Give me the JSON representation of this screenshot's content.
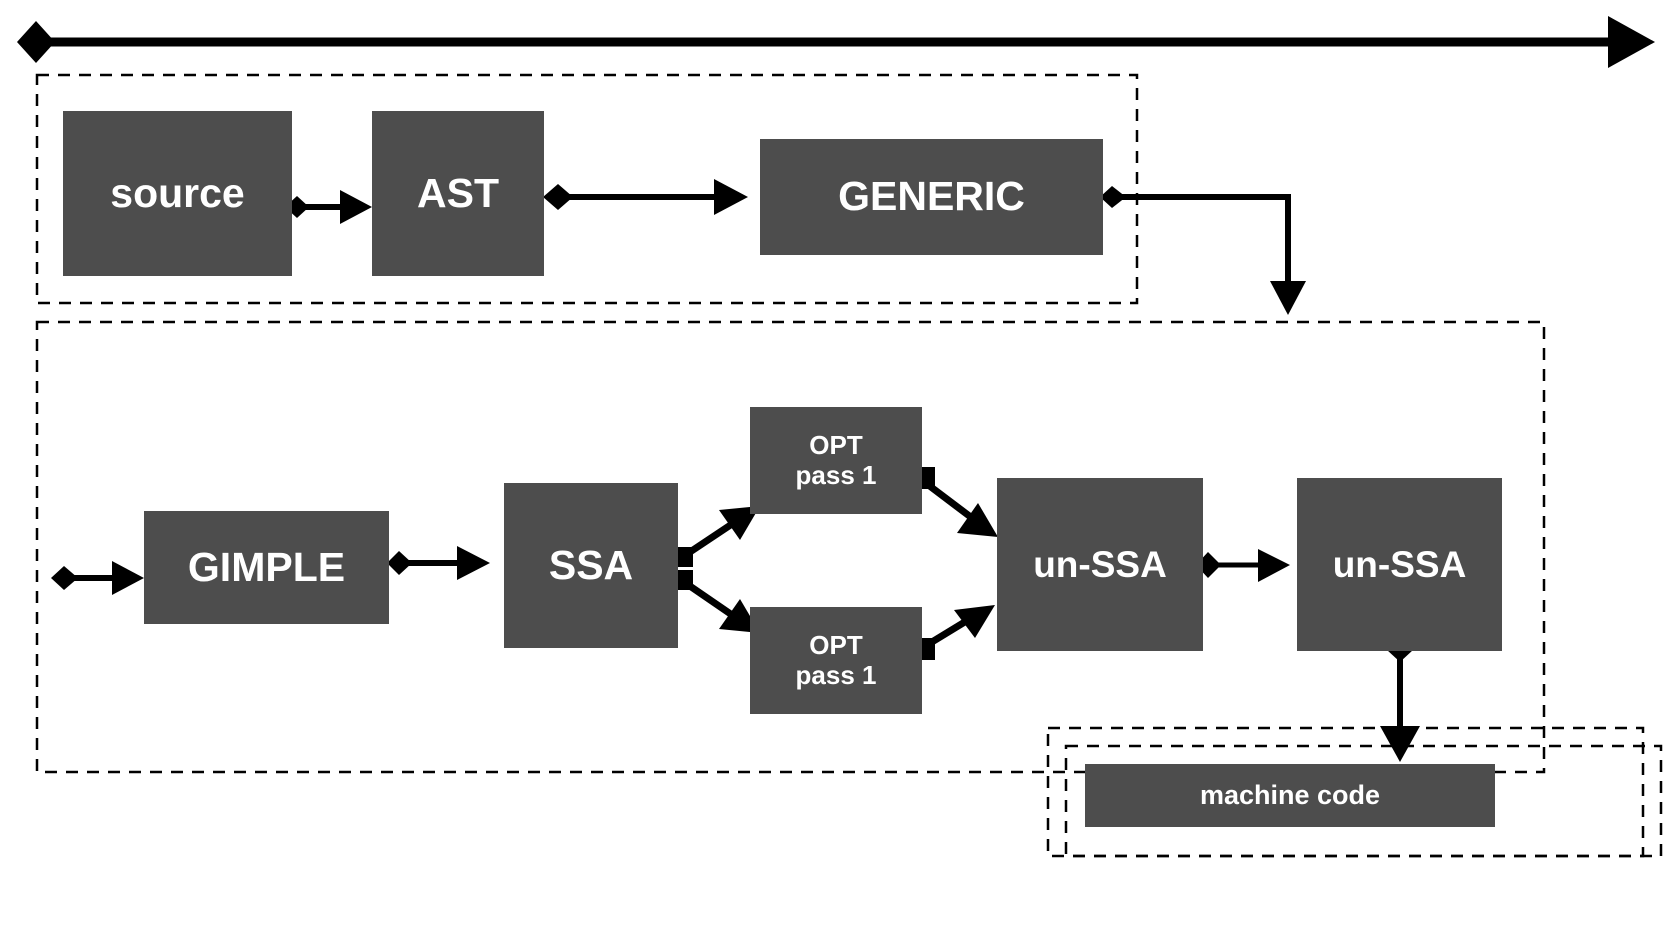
{
  "diagram": {
    "title": "GCC compilation pipeline",
    "accent_color": "#4d4d4d",
    "line_color": "#000000",
    "background": "#ffffff",
    "top_arrow": {
      "name": "time-axis-arrow",
      "start_marker": "diamond",
      "end_marker": "arrowhead"
    },
    "containers": [
      {
        "id": "frontend",
        "label": ""
      },
      {
        "id": "middle-backend",
        "label": ""
      },
      {
        "id": "output-outer",
        "label": ""
      },
      {
        "id": "output-inner",
        "label": ""
      }
    ],
    "nodes": [
      {
        "id": "source",
        "label": "source",
        "lines": [
          "source"
        ]
      },
      {
        "id": "ast",
        "label": "AST",
        "lines": [
          "AST"
        ]
      },
      {
        "id": "generic",
        "label": "GENERIC",
        "lines": [
          "GENERIC"
        ]
      },
      {
        "id": "gimple",
        "label": "GIMPLE",
        "lines": [
          "GIMPLE"
        ]
      },
      {
        "id": "ssa",
        "label": "SSA",
        "lines": [
          "SSA"
        ]
      },
      {
        "id": "opt1",
        "label": "OPT pass 1",
        "lines": [
          "OPT",
          "pass 1"
        ]
      },
      {
        "id": "opt2",
        "label": "OPT pass 1",
        "lines": [
          "OPT",
          "pass 1"
        ]
      },
      {
        "id": "unssa1",
        "label": "un-SSA",
        "lines": [
          "un-SSA"
        ]
      },
      {
        "id": "unssa2",
        "label": "un-SSA",
        "lines": [
          "un-SSA"
        ]
      },
      {
        "id": "machine",
        "label": "machine code",
        "lines": [
          "machine code"
        ]
      }
    ],
    "edges": [
      {
        "from": "source",
        "to": "ast",
        "from_marker": "diamond",
        "to_marker": "arrowhead"
      },
      {
        "from": "ast",
        "to": "generic",
        "from_marker": "diamond",
        "to_marker": "arrowhead"
      },
      {
        "from": "generic",
        "to": "gimple",
        "from_marker": "diamond",
        "to_marker": "arrowhead"
      },
      {
        "from": "gimple",
        "to": "ssa",
        "from_marker": "diamond",
        "to_marker": "arrowhead"
      },
      {
        "from": "ssa",
        "to": "opt1",
        "from_marker": "square",
        "to_marker": "arrowhead"
      },
      {
        "from": "ssa",
        "to": "opt2",
        "from_marker": "square",
        "to_marker": "arrowhead"
      },
      {
        "from": "opt1",
        "to": "unssa1",
        "from_marker": "square",
        "to_marker": "arrowhead"
      },
      {
        "from": "opt2",
        "to": "unssa1",
        "from_marker": "square",
        "to_marker": "arrowhead"
      },
      {
        "from": "unssa1",
        "to": "unssa2",
        "from_marker": "diamond",
        "to_marker": "arrowhead"
      },
      {
        "from": "unssa2",
        "to": "machine",
        "from_marker": "diamond",
        "to_marker": "arrowhead"
      }
    ]
  }
}
